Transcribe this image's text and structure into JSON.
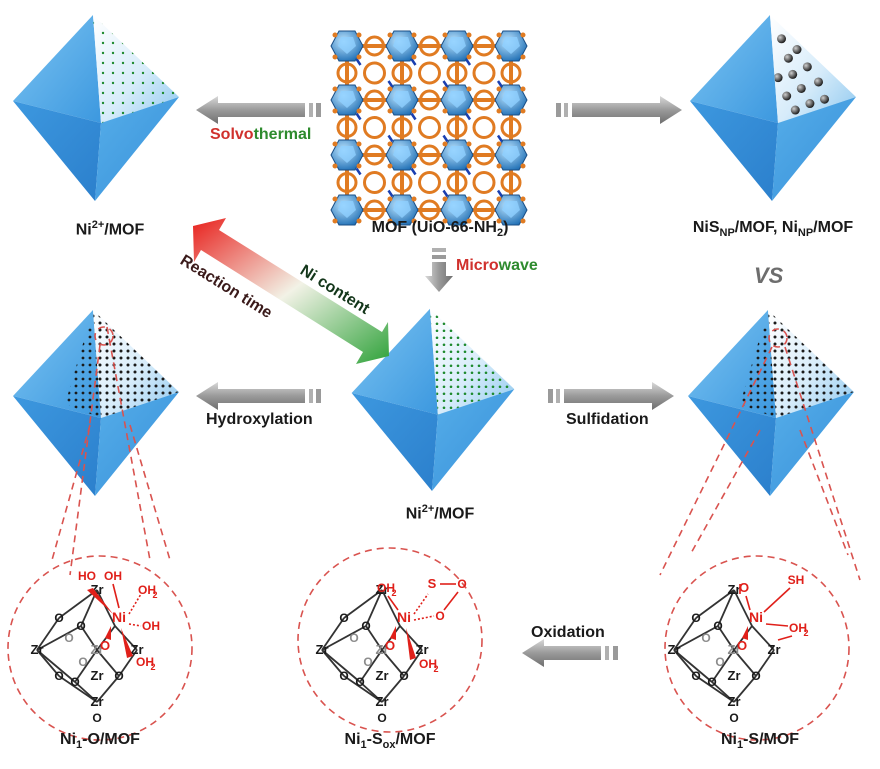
{
  "labels": {
    "top_left": {
      "main": "Ni",
      "sup": "2+",
      "rest": "/MOF"
    },
    "top_center": {
      "main": "MOF (UiO-66-NH",
      "sub": "2",
      "rest": ")"
    },
    "top_right": {
      "a": "NiS",
      "a_sub": "NP",
      "b": "/MOF, Ni",
      "b_sub": "NP",
      "c": "/MOF"
    },
    "middle_center": {
      "main": "Ni",
      "sup": "2+",
      "rest": "/MOF"
    },
    "bottom_left": {
      "a": "Ni",
      "a_sub": "1",
      "b": "-O/MOF"
    },
    "bottom_center": {
      "a": "Ni",
      "a_sub": "1",
      "b": "-S",
      "b_sub": "ox",
      "c": "/MOF"
    },
    "bottom_right": {
      "a": "Ni",
      "a_sub": "1",
      "b": "-S/MOF"
    }
  },
  "processes": {
    "solvothermal_a": "Solvo",
    "solvothermal_b": "thermal",
    "microwave_a": "Micro",
    "microwave_b": "wave",
    "hydroxylation": "Hydroxylation",
    "sulfidation": "Sulfidation",
    "oxidation": "Oxidation",
    "reaction_time": "Reaction time",
    "ni_content": "Ni content",
    "vs": "VS"
  },
  "atoms": {
    "zr": "Zr",
    "o": "O",
    "ni": "Ni",
    "ho": "HO",
    "oh": "OH",
    "oh2": "OH",
    "two": "2",
    "s": "S",
    "sh": "SH"
  },
  "colors": {
    "octahedron_light": "#9fd3f5",
    "octahedron_mid": "#4aa3e6",
    "octahedron_dark": "#2a82cf",
    "arrow_gray": "#8c8c8c",
    "dash_red": "#d9534f",
    "chem_red": "#e0201a"
  }
}
